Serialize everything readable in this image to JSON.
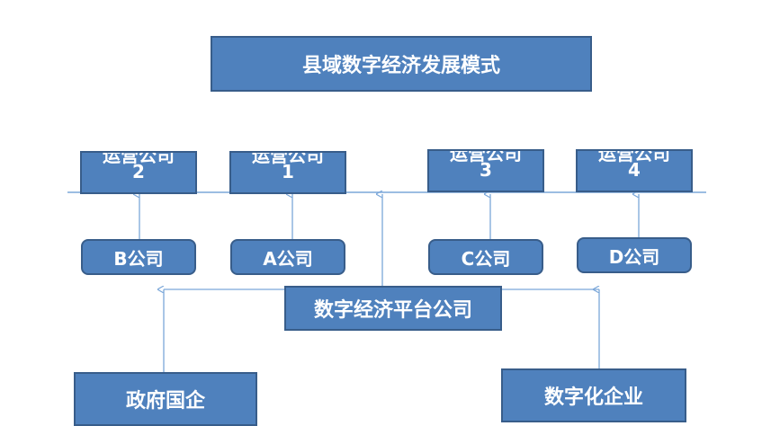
{
  "title": "县域数字经济发展模式",
  "operators": [
    {
      "label": "运营公司",
      "num": "2"
    },
    {
      "label": "运营公司",
      "num": "1"
    },
    {
      "label": "运营公司",
      "num": "3"
    },
    {
      "label": "运营公司",
      "num": "4"
    }
  ],
  "companies": [
    "B公司",
    "A公司",
    "C公司",
    "D公司"
  ],
  "platform": "数字经济平台公司",
  "bottom_left": "政府国企",
  "bottom_right": "数字化企业",
  "colors": {
    "box_fill": "#4f81bd",
    "box_border": "#385d8a",
    "line": "#7ba7d9"
  }
}
